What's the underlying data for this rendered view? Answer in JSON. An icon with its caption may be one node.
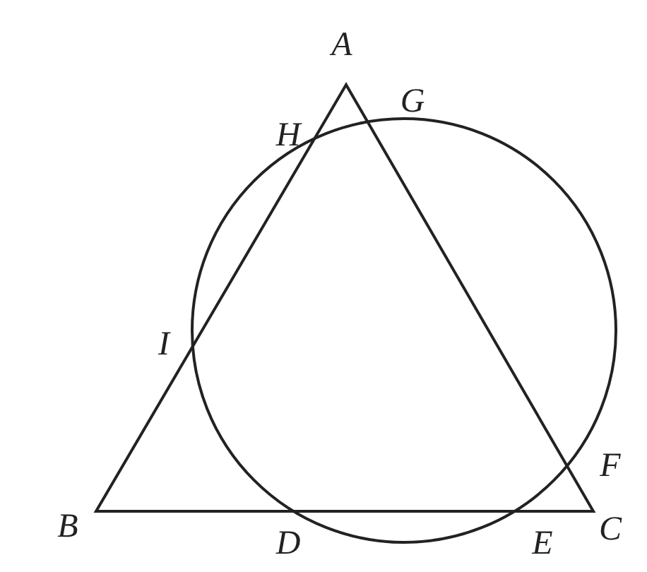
{
  "diagram": {
    "labels": [
      "A",
      "G",
      "H",
      "I",
      "F",
      "B",
      "D",
      "E",
      "C"
    ]
  }
}
